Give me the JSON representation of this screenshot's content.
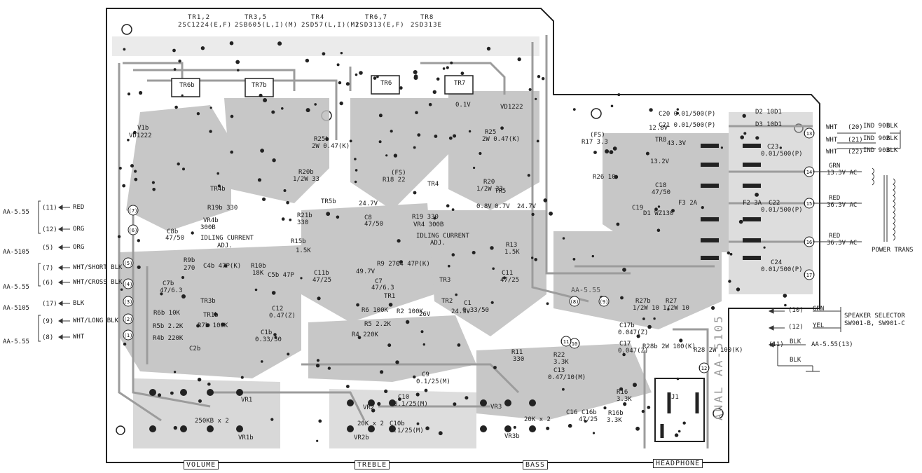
{
  "transistor_table": [
    {
      "ref": "TR1,2",
      "part": "2SC1224(E,F)"
    },
    {
      "ref": "TR3,5",
      "part": "2SB605(L,I)(M)"
    },
    {
      "ref": "TR4",
      "part": "2SD57(L,I)(M)"
    },
    {
      "ref": "TR6,7",
      "part": "2SD313(E,F)"
    },
    {
      "ref": "TR8",
      "part": "2SD313E"
    }
  ],
  "components": [
    {
      "id": "tr6b",
      "text": "TR6b"
    },
    {
      "id": "tr7b",
      "text": "TR7b"
    },
    {
      "id": "tr6",
      "text": "TR6"
    },
    {
      "id": "tr7",
      "text": "TR7"
    },
    {
      "id": "v1b",
      "text": "V1b"
    },
    {
      "id": "vd1222b",
      "text": "VD1222"
    },
    {
      "id": "vd1222",
      "text": "VD1222"
    },
    {
      "id": "r25b",
      "text": "R25b"
    },
    {
      "id": "r25b_val",
      "text": "2W 0.47(K)"
    },
    {
      "id": "r25",
      "text": "R25"
    },
    {
      "id": "r25_val",
      "text": "2W 0.47(K)"
    },
    {
      "id": "r20b",
      "text": "R20b"
    },
    {
      "id": "r20b_val",
      "text": "1/2W 33"
    },
    {
      "id": "r18",
      "text": "R18 22"
    },
    {
      "id": "fs1",
      "text": "(FS)"
    },
    {
      "id": "r17",
      "text": "R17 3.3"
    },
    {
      "id": "fs2",
      "text": "(FS)"
    },
    {
      "id": "r26",
      "text": "R26 10"
    },
    {
      "id": "tr4b",
      "text": "TR4b"
    },
    {
      "id": "tr4",
      "text": "TR4"
    },
    {
      "id": "tr3b",
      "text": "TR3b"
    },
    {
      "id": "tr5b",
      "text": "TR5b"
    },
    {
      "id": "tr5",
      "text": "TR5"
    },
    {
      "id": "tr3",
      "text": "TR3"
    },
    {
      "id": "tr1b",
      "text": "TR1b"
    },
    {
      "id": "tr1",
      "text": "TR1"
    },
    {
      "id": "tr2",
      "text": "TR2"
    },
    {
      "id": "tr8",
      "text": "TR8"
    },
    {
      "id": "r19b",
      "text": "R19b 330"
    },
    {
      "id": "r19",
      "text": "R19 330"
    },
    {
      "id": "vr4b",
      "text": "VR4b"
    },
    {
      "id": "vr4b_val",
      "text": "300B"
    },
    {
      "id": "vr4",
      "text": "VR4 300B"
    },
    {
      "id": "idling_b",
      "text": "IDLING CURRENT"
    },
    {
      "id": "adj_b",
      "text": "ADJ."
    },
    {
      "id": "idling",
      "text": "IDLING CURRENT"
    },
    {
      "id": "adj",
      "text": "ADJ."
    },
    {
      "id": "c8b",
      "text": "C8b"
    },
    {
      "id": "c8b_val",
      "text": "47/50"
    },
    {
      "id": "c8",
      "text": "C8"
    },
    {
      "id": "c8_val",
      "text": "47/50"
    },
    {
      "id": "r21b",
      "text": "R21b"
    },
    {
      "id": "r21b_val",
      "text": "330"
    },
    {
      "id": "r20",
      "text": "R20"
    },
    {
      "id": "r20_val",
      "text": "1/2W 33"
    },
    {
      "id": "r15b",
      "text": "R15b"
    },
    {
      "id": "r15b_val",
      "text": "1.5K"
    },
    {
      "id": "r13",
      "text": "R13"
    },
    {
      "id": "r13_val",
      "text": "1.5K"
    },
    {
      "id": "r9b",
      "text": "R9b"
    },
    {
      "id": "r9b_val",
      "text": "270"
    },
    {
      "id": "c4b",
      "text": "C4b 47P(K)"
    },
    {
      "id": "r10b",
      "text": "R10b"
    },
    {
      "id": "r10b_val",
      "text": "18K"
    },
    {
      "id": "c7b",
      "text": "C7b"
    },
    {
      "id": "c7b_val",
      "text": "47/6.3"
    },
    {
      "id": "c5b",
      "text": "C5b 47P"
    },
    {
      "id": "c11b",
      "text": "C11b"
    },
    {
      "id": "c11b_val",
      "text": "47/25"
    },
    {
      "id": "r9",
      "text": "R9 270"
    },
    {
      "id": "c4",
      "text": "C4 47P(K)"
    },
    {
      "id": "c7",
      "text": "C7"
    },
    {
      "id": "c7_val",
      "text": "47/6.3"
    },
    {
      "id": "c11",
      "text": "C11"
    },
    {
      "id": "c11_val",
      "text": "47/25"
    },
    {
      "id": "r6b",
      "text": "R6b 10K"
    },
    {
      "id": "r5b",
      "text": "R5b 2.2K"
    },
    {
      "id": "r4b",
      "text": "R4b 220K"
    },
    {
      "id": "r7b",
      "text": "R7b 100K"
    },
    {
      "id": "c1b",
      "text": "C1b"
    },
    {
      "id": "c1b_val",
      "text": "0.33/50"
    },
    {
      "id": "r6",
      "text": "R6 100K"
    },
    {
      "id": "r5",
      "text": "R5 2.2K"
    },
    {
      "id": "r2",
      "text": "R2 100K"
    },
    {
      "id": "r4",
      "text": "R4 220K"
    },
    {
      "id": "c2b",
      "text": "C2b"
    },
    {
      "id": "c1",
      "text": "C1"
    },
    {
      "id": "c1_val",
      "text": "0.33/50"
    },
    {
      "id": "c12",
      "text": "C12"
    },
    {
      "id": "c12_val",
      "text": "0.47(Z)"
    },
    {
      "id": "c18",
      "text": "C18"
    },
    {
      "id": "c18_val",
      "text": "47/50"
    },
    {
      "id": "c19",
      "text": "C19"
    },
    {
      "id": "c20",
      "text": "C20 0.01/500(P)"
    },
    {
      "id": "c21",
      "text": "C21 0.01/500(P)"
    },
    {
      "id": "d2",
      "text": "D2 10D1"
    },
    {
      "id": "d3",
      "text": "D3 10D1"
    },
    {
      "id": "d1",
      "text": "D1 WZ130"
    },
    {
      "id": "f3",
      "text": "F3 2A"
    },
    {
      "id": "f2",
      "text": "F2 3A"
    },
    {
      "id": "c22",
      "text": "C22"
    },
    {
      "id": "c22_val",
      "text": "0.01/500(P)"
    },
    {
      "id": "c23",
      "text": "C23"
    },
    {
      "id": "c23_val",
      "text": "0.01/500(P)"
    },
    {
      "id": "c24",
      "text": "C24"
    },
    {
      "id": "c24_val",
      "text": "0.01/500(P)"
    },
    {
      "id": "v128",
      "text": "12.8V"
    },
    {
      "id": "v433",
      "text": "43.3V"
    },
    {
      "id": "v132",
      "text": "13.2V"
    },
    {
      "id": "v247b",
      "text": "24.7V"
    },
    {
      "id": "v497",
      "text": "49.7V"
    },
    {
      "id": "v243",
      "text": "24.3V"
    },
    {
      "id": "v26",
      "text": "26V"
    },
    {
      "id": "v08",
      "text": "0.8V"
    },
    {
      "id": "v07",
      "text": "0.7V"
    },
    {
      "id": "v247",
      "text": "24.7V"
    },
    {
      "id": "v01",
      "text": "0.1V"
    },
    {
      "id": "c17b",
      "text": "C17b"
    },
    {
      "id": "c17b_val",
      "text": "0.047(Z)"
    },
    {
      "id": "c17",
      "text": "C17"
    },
    {
      "id": "c17_val",
      "text": "0.047(Z)"
    },
    {
      "id": "r27b",
      "text": "R27b"
    },
    {
      "id": "r27b_val",
      "text": "1/2W 10"
    },
    {
      "id": "r27",
      "text": "R27"
    },
    {
      "id": "r27_val",
      "text": "1/2W 10"
    },
    {
      "id": "r28b",
      "text": "R28b 2W 100(K)"
    },
    {
      "id": "r28",
      "text": "R28 2W 100(K)"
    },
    {
      "id": "r11",
      "text": "R11"
    },
    {
      "id": "r11_val",
      "text": "330"
    },
    {
      "id": "r22",
      "text": "R22"
    },
    {
      "id": "r22_val",
      "text": "3.3K"
    },
    {
      "id": "c13",
      "text": "C13"
    },
    {
      "id": "c13_val",
      "text": "0.47/10(M)"
    },
    {
      "id": "c9",
      "text": "C9"
    },
    {
      "id": "c9_val",
      "text": "0.1/25(M)"
    },
    {
      "id": "c10",
      "text": "C10"
    },
    {
      "id": "c10_val",
      "text": "0.1/25(M)"
    },
    {
      "id": "c10b",
      "text": "C10b"
    },
    {
      "id": "c10b_val",
      "text": "0.1/25(M)"
    },
    {
      "id": "vr2",
      "text": "VR2"
    },
    {
      "id": "vr2_val",
      "text": "20K x 2"
    },
    {
      "id": "vr2b",
      "text": "VR2b"
    },
    {
      "id": "vr3",
      "text": "VR3"
    },
    {
      "id": "vr3_val",
      "text": "20K x 2"
    },
    {
      "id": "vr3b",
      "text": "VR3b"
    },
    {
      "id": "vr1",
      "text": "VR1"
    },
    {
      "id": "vr1_val",
      "text": "250KB x 2"
    },
    {
      "id": "vr1b",
      "text": "VR1b"
    },
    {
      "id": "r16",
      "text": "R16"
    },
    {
      "id": "r16_val",
      "text": "3.3K"
    },
    {
      "id": "r16b",
      "text": "R16b"
    },
    {
      "id": "r16b_val",
      "text": "3.3K"
    },
    {
      "id": "c16b",
      "text": "C16b"
    },
    {
      "id": "c16b_val",
      "text": "47/25"
    },
    {
      "id": "c16",
      "text": "C16"
    },
    {
      "id": "j1",
      "text": "J1"
    }
  ],
  "left_connectors": [
    {
      "group": "AA-5.55",
      "pin": "(11)",
      "wire": "RED"
    },
    {
      "group": "",
      "pin": "(12)",
      "wire": "ORG"
    },
    {
      "group": "AA-5105",
      "pin": "(5)",
      "wire": "ORG"
    },
    {
      "group": "",
      "pin": "(7)",
      "wire": "WHT/SHORT BLK"
    },
    {
      "group": "AA-5.55",
      "pin": "(6)",
      "wire": "WHT/CROSS BLK"
    },
    {
      "group": "AA-5105",
      "pin": "(17)",
      "wire": "BLK"
    },
    {
      "group": "",
      "pin": "(9)",
      "wire": "WHT/LONG BLK"
    },
    {
      "group": "AA-5.55",
      "pin": "(8)",
      "wire": "WHT"
    }
  ],
  "board_pads": [
    "(1)",
    "(2)",
    "(3)",
    "(4)",
    "(5)",
    "(6)",
    "(7)",
    "(8)",
    "(9)",
    "(10)",
    "(11)",
    "(12)",
    "(13)",
    "(14)",
    "(15)",
    "(16)",
    "(17)"
  ],
  "right_connectors": {
    "ind": [
      {
        "wire_l": "WHT",
        "pin": "(20)",
        "ref": "IND 901",
        "wire_r": "BLK"
      },
      {
        "wire_l": "WHT",
        "pin": "(21)",
        "ref": "IND 902",
        "wire_r": "BLK"
      },
      {
        "wire_l": "WHT",
        "pin": "(22)",
        "ref": "IND 903",
        "wire_r": "BLK"
      }
    ],
    "power": [
      {
        "pin": "(14)",
        "wire": "GRN",
        "value": "13.3V AC"
      },
      {
        "pin": "(15)",
        "wire": "RED",
        "value": "36.3V AC"
      },
      {
        "pin": "(16)",
        "wire": "RED",
        "value": "36.3V AC"
      }
    ],
    "power_label": "POWER TRANS",
    "speaker": [
      {
        "pin": "(10)",
        "wire": "GRN"
      },
      {
        "pin": "(12)",
        "wire": "YEL"
      }
    ],
    "speaker_label": "SPEAKER SELECTOR",
    "speaker_ref": "SW901-B, SW901-C",
    "ground": {
      "pin": "(11)",
      "wire": "BLK",
      "target": "AA-5.55(13)",
      "wire2": "BLK"
    }
  },
  "controls": [
    "VOLUME",
    "TREBLE",
    "BASS",
    "HEADPHONE"
  ],
  "board_name": "AA-5.55",
  "watermark": "ANAL  AA-5105"
}
